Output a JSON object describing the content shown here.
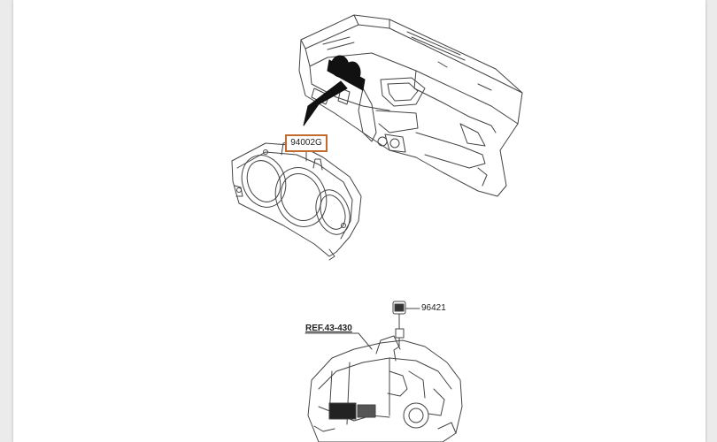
{
  "diagram": {
    "callouts": {
      "cluster_part": "94002G",
      "sensor_part": "96421",
      "reference": "REF.43-430"
    },
    "colors": {
      "highlight_border": "#c26b2f",
      "line": "#444444",
      "background": "#ffffff"
    }
  }
}
